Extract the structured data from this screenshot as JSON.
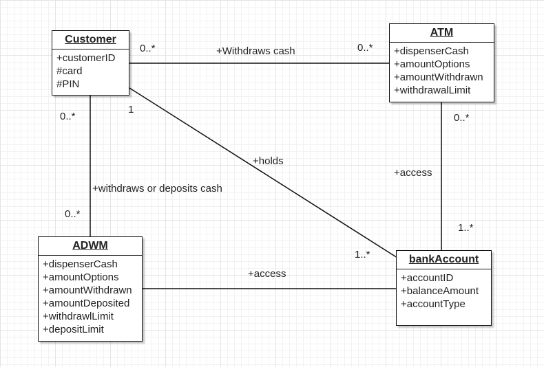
{
  "classes": {
    "customer": {
      "name": "Customer",
      "attributes": [
        "+customerID",
        "#card",
        "#PIN"
      ]
    },
    "atm": {
      "name": "ATM",
      "attributes": [
        "+dispenserCash",
        "+amountOptions",
        "+amountWithdrawn",
        "+withdrawalLimit"
      ]
    },
    "adwm": {
      "name": "ADWM",
      "attributes": [
        "+dispenserCash",
        "+amountOptions",
        "+amountWithdrawn",
        "+amountDeposited",
        "+withdrawlLimit",
        "+depositLimit"
      ]
    },
    "bank_account": {
      "name": "bankAccount",
      "attributes": [
        "+accountID",
        "+balanceAmount",
        "+accountType"
      ]
    }
  },
  "associations": {
    "customer_atm": {
      "label": "+Withdraws cash",
      "mult_source": "0..*",
      "mult_target": "0..*"
    },
    "customer_bank": {
      "label": "+holds",
      "mult_source": "1",
      "mult_target": "1..*"
    },
    "customer_adwm": {
      "label": "+withdraws or deposits cash",
      "mult_source": "0..*",
      "mult_target": "0..*"
    },
    "atm_bank": {
      "label": "+access",
      "mult_source": "0..*",
      "mult_target": "1..*"
    },
    "adwm_bank": {
      "label": "+access"
    }
  },
  "colors": {
    "line": "#111111",
    "grid": "#e4e4e4",
    "background": "#ffffff"
  }
}
